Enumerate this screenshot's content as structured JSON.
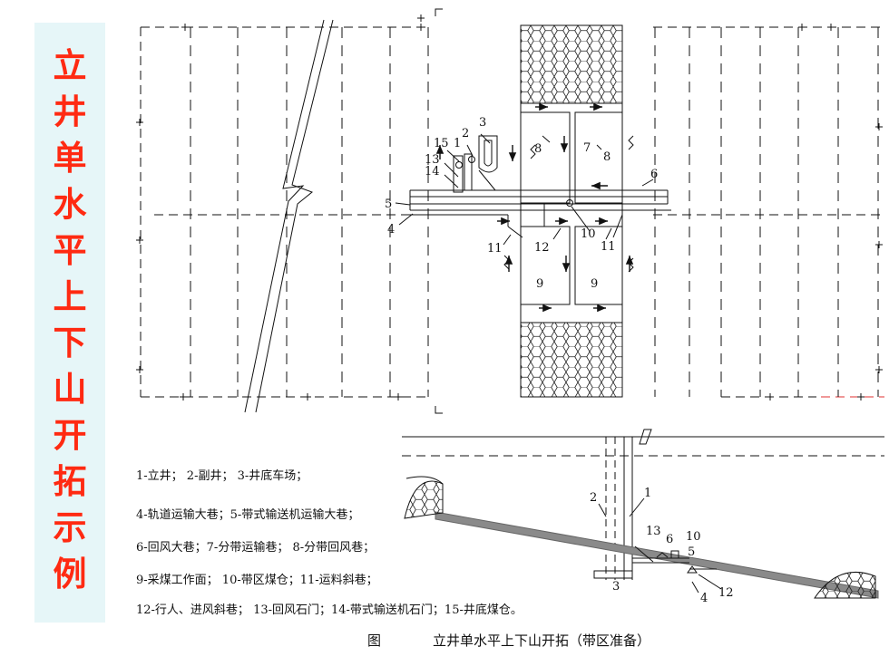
{
  "side_title": [
    "立",
    "井",
    "单",
    "水",
    "平",
    "上",
    "下",
    "山",
    "开",
    "拓",
    "示",
    "例"
  ],
  "plan_labels": {
    "l1": "1",
    "l2": "2",
    "l3": "3",
    "l4": "4",
    "l5": "5",
    "l6": "6",
    "l7": "7",
    "l8a": "8",
    "l8b": "8",
    "l9a": "9",
    "l9b": "9",
    "l10": "10",
    "l11a": "11",
    "l11b": "11",
    "l12": "12",
    "l13": "13",
    "l14": "14",
    "l15": "15"
  },
  "section_labels": {
    "s1": "1",
    "s2": "2",
    "s3": "3",
    "s4": "4",
    "s5": "5",
    "s6": "6",
    "s10": "10",
    "s12": "12",
    "s13": "13"
  },
  "legend": [
    "1-立井；  2-副井；  3-井底车场；",
    "4-轨道运输大巷；5-带式输送机运输大巷；",
    "6-回风大巷；7-分带运输巷；     8-分带回风巷；",
    "9-采煤工作面；    10-带区煤仓；11-运料斜巷；",
    "12-行人、进风斜巷；  13-回风石门；14-带式输送机石门；15-井底煤仓。"
  ],
  "caption": {
    "fig": "图",
    "text": "立井单水平上下山开拓（带区准备）"
  },
  "colors": {
    "title_red": "#ff2a12",
    "panel_bg": "#e6f6f8",
    "line": "#111111",
    "seam_gray": "#8a8a8a"
  }
}
